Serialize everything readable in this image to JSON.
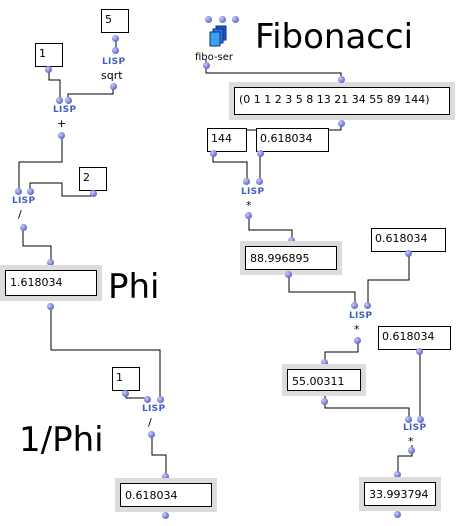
{
  "title": "Fibonacci",
  "labels": {
    "phi": "Phi",
    "inv_phi": "1/Phi"
  },
  "fibo": {
    "name": "fibo-ser",
    "result": "(0 1 1 2 3 5 8 13 21 34 55 89 144)"
  },
  "inputs": {
    "five": "5",
    "one_top": "1",
    "two": "2",
    "one_bottom": "1",
    "n144": "144",
    "phi_inv_a": "0.618034",
    "phi_inv_b": "0.618034",
    "phi_inv_c": "0.618034"
  },
  "ops": {
    "lisp": "LISP",
    "sqrt": "sqrt",
    "plus": "+",
    "divide": "/",
    "multiply": "*"
  },
  "outputs": {
    "phi_value": "1.618034",
    "inv_phi_value": "0.618034",
    "prod1": "88.996895",
    "prod2": "55.00311",
    "prod3": "33.993794"
  },
  "colors": {
    "lisp_text": "#3f5fc4",
    "point": "#6f76d6",
    "output_frame": "#dcdcdc"
  }
}
